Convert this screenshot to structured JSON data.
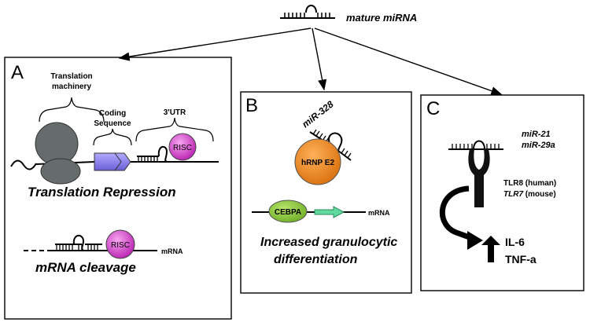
{
  "top": {
    "label": "mature miRNA"
  },
  "panel_a": {
    "letter": "A",
    "translation_machinery_line1": "Translation",
    "translation_machinery_line2": "machinery",
    "coding_line1": "Coding",
    "coding_line2": "Sequence",
    "utr": "3'UTR",
    "risc": "RISC",
    "translation_repression": "Translation Repression",
    "mrna": "mRNA",
    "mrna_cleavage": "mRNA cleavage"
  },
  "panel_b": {
    "letter": "B",
    "mir": "miR-328",
    "hrnp": "hRNP E2",
    "cebpa": "CEBPA",
    "mrna": "mRNA",
    "result_line1": "Increased granulocytic",
    "result_line2": "differentiation"
  },
  "panel_c": {
    "letter": "C",
    "mir21": "miR-21",
    "mir29a": "miR-29a",
    "tlr8": "TLR8 (human)",
    "tlr7": "TLR7",
    "tlr7_suffix": " (mouse)",
    "il6": "IL-6",
    "tnfa": "TNF-a"
  },
  "colors": {
    "ribosome": "#666b6b",
    "coding": "#8a7fe8",
    "risc": "#d63ad0",
    "hrnp": "#f08a1c",
    "cebpa": "#8fcf3a",
    "arrow_green": "#5fd9a0"
  }
}
